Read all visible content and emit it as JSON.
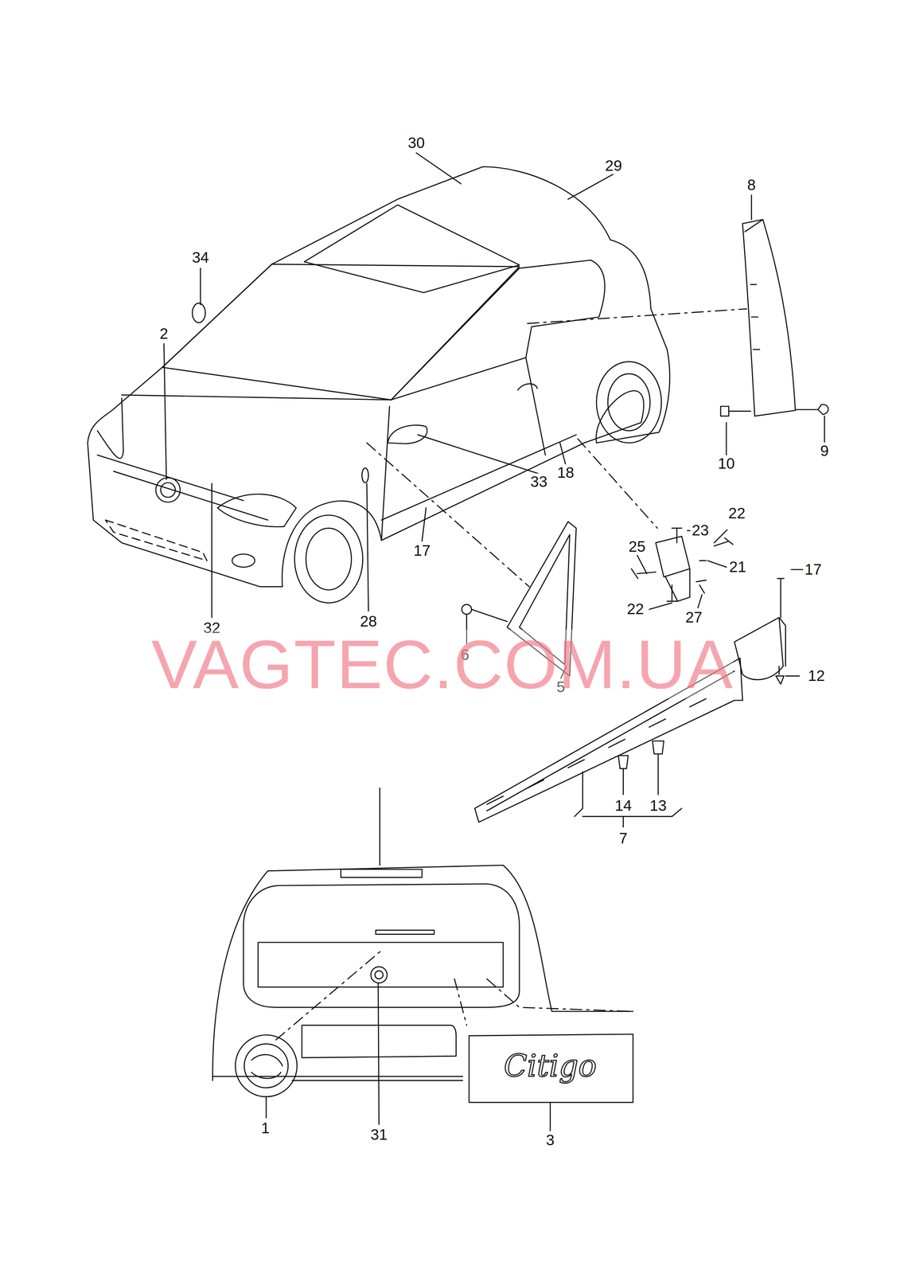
{
  "diagram": {
    "labels": [
      "30",
      "29",
      "8",
      "34",
      "2",
      "10",
      "9",
      "18",
      "33",
      "22",
      "23",
      "25",
      "21",
      "17",
      "17",
      "32",
      "28",
      "22",
      "27",
      "6",
      "5",
      "12",
      "14",
      "13",
      "7",
      "1",
      "31",
      "3",
      "Citigo",
      "VAGTEC.COM.UA"
    ]
  }
}
